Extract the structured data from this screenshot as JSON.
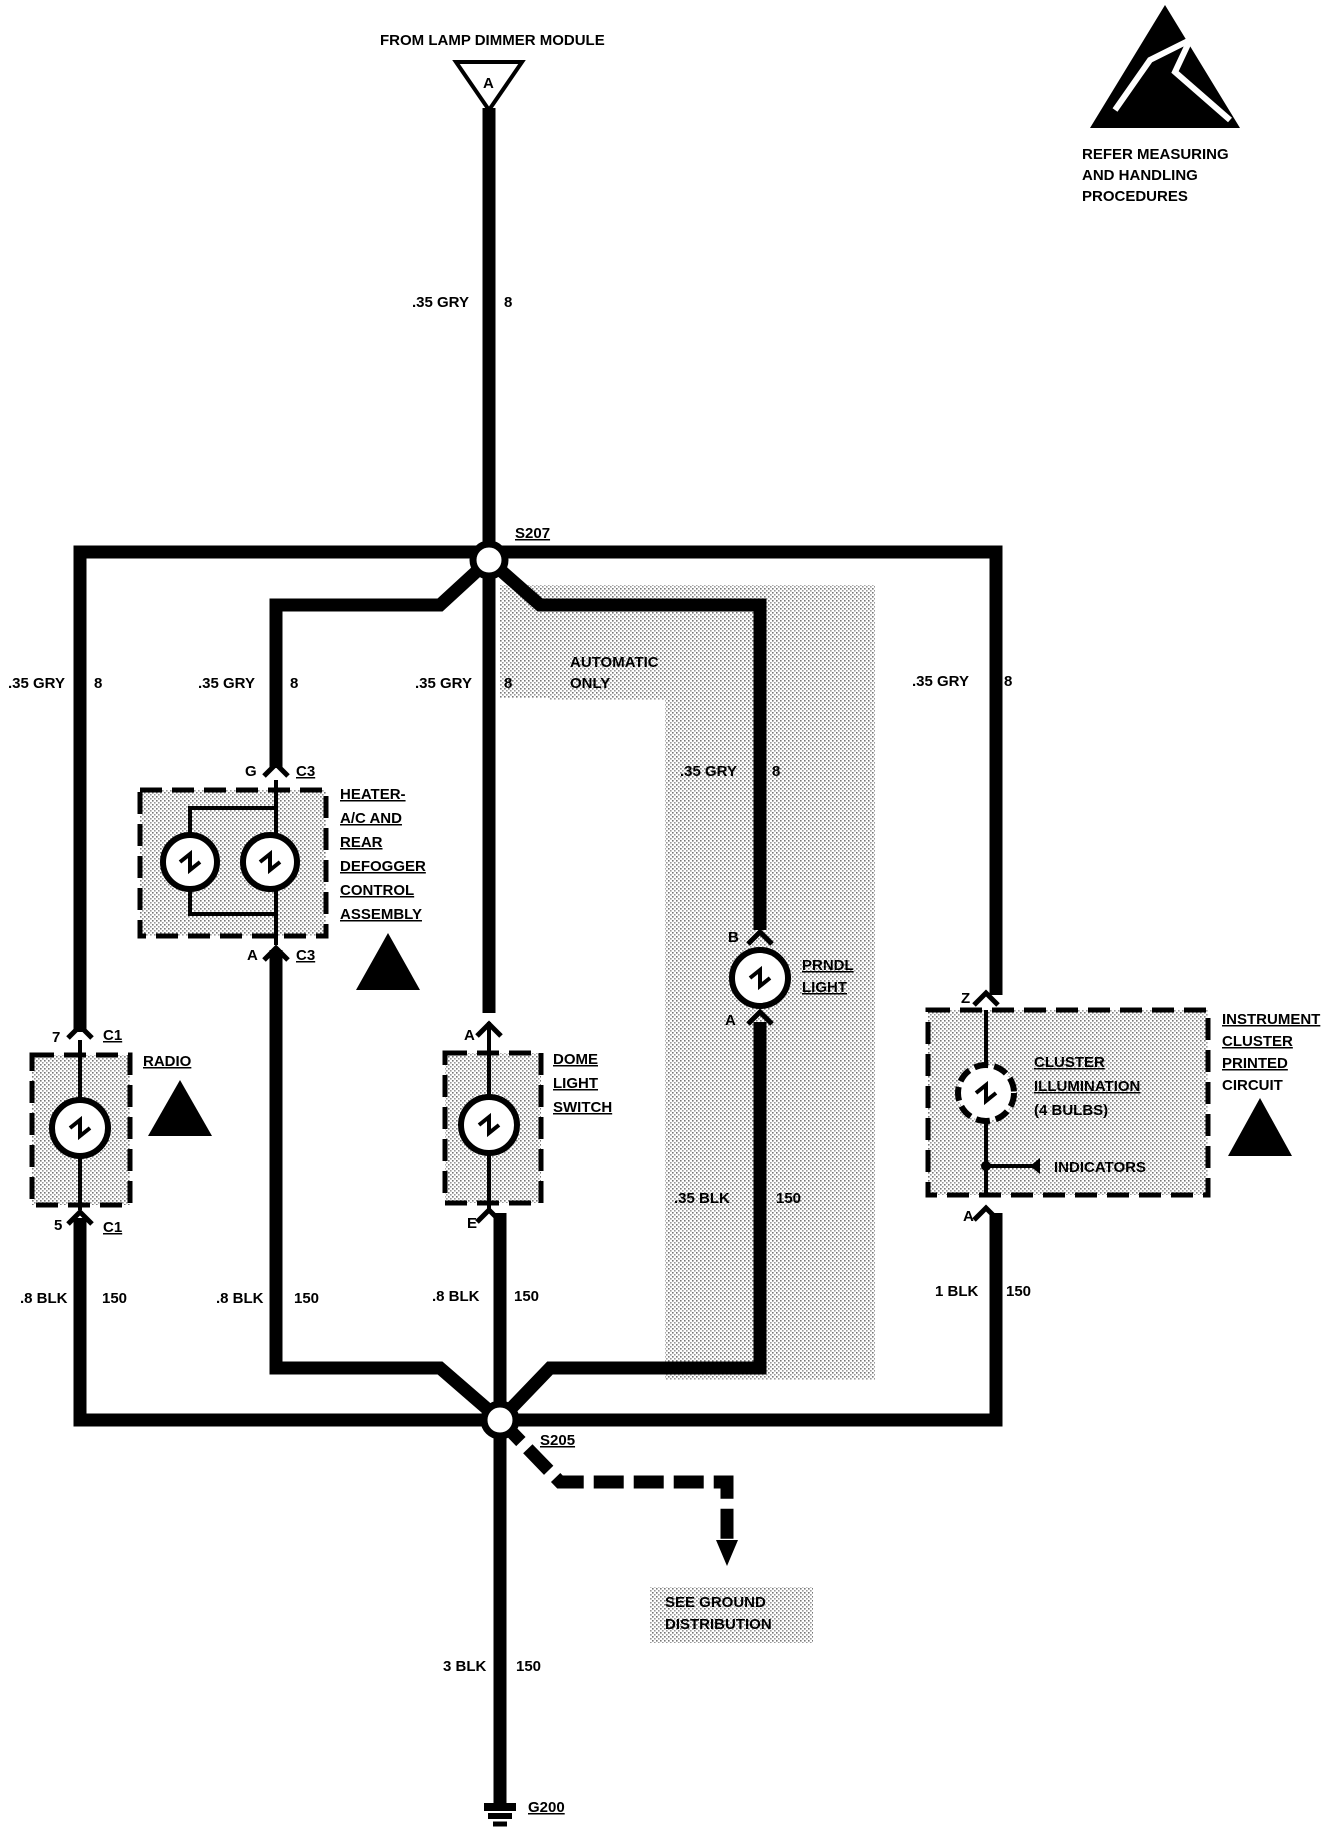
{
  "source": {
    "label": "FROM LAMP DIMMER MODULE",
    "terminal": "A"
  },
  "esd_notice": {
    "line1": "REFER MEASURING",
    "line2": "AND HANDLING",
    "line3": "PROCEDURES"
  },
  "splices": {
    "top": "S207",
    "bottom": "S205"
  },
  "ground": {
    "label": "G200",
    "see_line1": "SEE GROUND",
    "see_line2": "DISTRIBUTION"
  },
  "automatic": {
    "line1": "AUTOMATIC",
    "line2": "ONLY"
  },
  "wires": {
    "main_feed": {
      "gauge": ".35 GRY",
      "circuit": "8"
    },
    "radio_feed": {
      "gauge": ".35 GRY",
      "circuit": "8"
    },
    "heater_feed": {
      "gauge": ".35 GRY",
      "circuit": "8"
    },
    "dome_feed": {
      "gauge": ".35 GRY",
      "circuit": "8"
    },
    "prndl_feed": {
      "gauge": ".35 GRY",
      "circuit": "8"
    },
    "cluster_feed": {
      "gauge": ".35 GRY",
      "circuit": "8"
    },
    "radio_gnd": {
      "gauge": ".8 BLK",
      "circuit": "150"
    },
    "heater_gnd": {
      "gauge": ".8 BLK",
      "circuit": "150"
    },
    "dome_gnd": {
      "gauge": ".8 BLK",
      "circuit": "150"
    },
    "prndl_gnd": {
      "gauge": ".35 BLK",
      "circuit": "150"
    },
    "cluster_gnd": {
      "gauge": "1 BLK",
      "circuit": "150"
    },
    "main_gnd": {
      "gauge": "3 BLK",
      "circuit": "150"
    }
  },
  "components": {
    "radio": {
      "name": "RADIO",
      "pin_top": "7",
      "pin_bottom": "5",
      "conn_top": "C1",
      "conn_bottom": "C1"
    },
    "heater": {
      "line1": "HEATER-",
      "line2": "A/C AND",
      "line3": "REAR",
      "line4": "DEFOGGER",
      "line5": "CONTROL",
      "line6": "ASSEMBLY",
      "pin_top": "G",
      "pin_bottom": "A",
      "conn_top": "C3",
      "conn_bottom": "C3"
    },
    "dome": {
      "line1": "DOME",
      "line2": "LIGHT",
      "line3": "SWITCH",
      "pin_top": "A",
      "pin_bottom": "E"
    },
    "prndl": {
      "line1": "PRNDL",
      "line2": "LIGHT",
      "pin_top": "B",
      "pin_bottom": "A"
    },
    "cluster": {
      "line1": "INSTRUMENT",
      "line2": "CLUSTER",
      "line3": "PRINTED",
      "line4": "CIRCUIT",
      "sub1": "CLUSTER",
      "sub2": "ILLUMINATION",
      "sub3": "(4 BULBS)",
      "indicators": "INDICATORS",
      "pin_top": "Z",
      "pin_bottom": "A"
    }
  }
}
